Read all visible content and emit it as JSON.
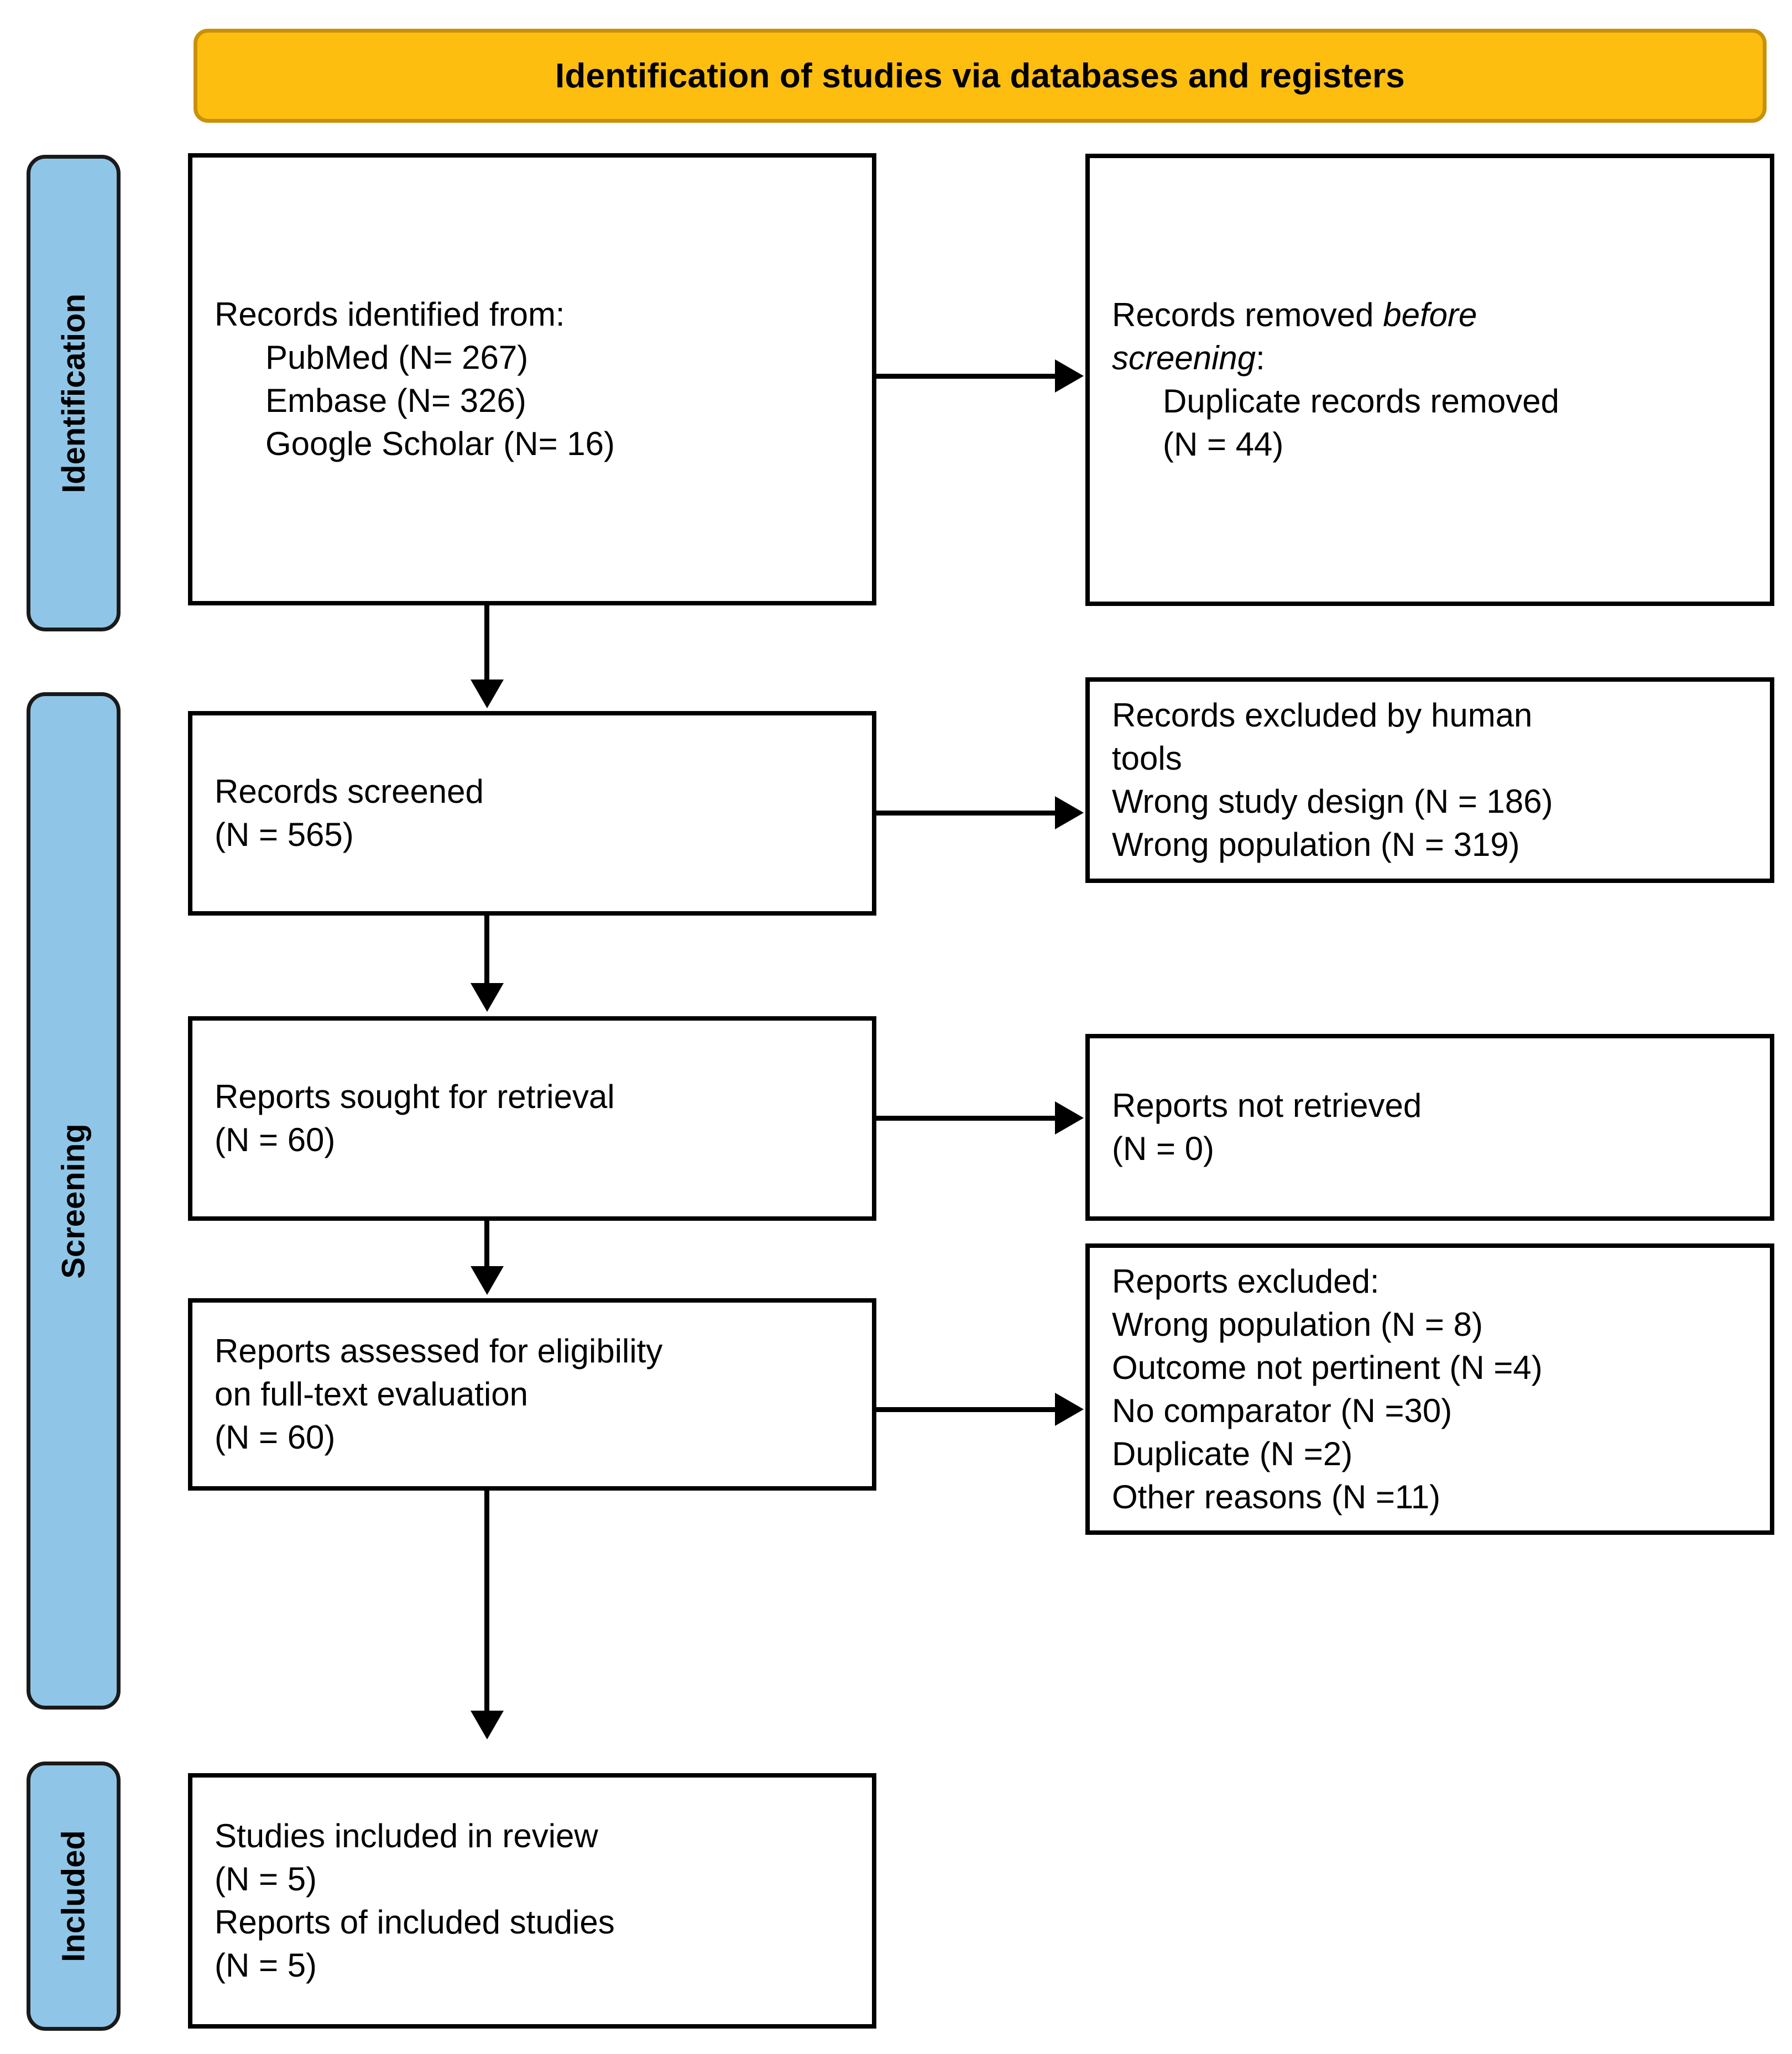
{
  "header": {
    "title": "Identification of studies via databases and registers",
    "bg_color": "#FDBE10",
    "border_color": "#C99009"
  },
  "stages": {
    "band_color": "#8FC6E8",
    "items": [
      {
        "label": "Identification"
      },
      {
        "label": "Screening"
      },
      {
        "label": "Included"
      }
    ]
  },
  "boxes": {
    "identified": {
      "lines": [
        "Records identified from:",
        "PubMed (N= 267)",
        "Embase (N= 326)",
        "Google Scholar (N= 16)"
      ]
    },
    "removed": {
      "line1_plain": "Records removed ",
      "line1_italic": "before",
      "line2_italic": "screening",
      "line2_plain": ":",
      "line3": "Duplicate records removed",
      "line4": "(N = 44)"
    },
    "screened": {
      "lines": [
        "Records screened",
        "(N = 565)"
      ]
    },
    "excluded_records": {
      "lines": [
        "Records excluded by human",
        "tools",
        "Wrong study design (N = 186)",
        "Wrong population (N = 319)"
      ]
    },
    "sought": {
      "lines": [
        "Reports sought for retrieval",
        "(N = 60)"
      ]
    },
    "not_retrieved": {
      "lines": [
        "Reports not retrieved",
        "(N = 0)"
      ]
    },
    "assessed": {
      "lines": [
        "Reports assessed for eligibility",
        "on full-text evaluation",
        "(N = 60)"
      ]
    },
    "excluded_reports": {
      "lines": [
        "Reports excluded:",
        "Wrong population (N = 8)",
        "Outcome not pertinent (N =4)",
        "No comparator (N =30)",
        "Duplicate (N =2)",
        "Other reasons (N =11)"
      ]
    },
    "included": {
      "lines": [
        "Studies included in review",
        "(N = 5)",
        "Reports of included studies",
        "(N = 5)"
      ]
    }
  },
  "chart_data": {
    "type": "table",
    "title": "PRISMA flow diagram — Identification of studies via databases and registers",
    "stages": [
      "Identification",
      "Screening",
      "Included"
    ],
    "nodes": [
      {
        "stage": "Identification",
        "label": "Records identified from: PubMed",
        "n": 267
      },
      {
        "stage": "Identification",
        "label": "Records identified from: Embase",
        "n": 326
      },
      {
        "stage": "Identification",
        "label": "Records identified from: Google Scholar",
        "n": 16
      },
      {
        "stage": "Identification",
        "label": "Duplicate records removed before screening",
        "n": 44
      },
      {
        "stage": "Screening",
        "label": "Records screened",
        "n": 565
      },
      {
        "stage": "Screening",
        "label": "Records excluded by human tools: Wrong study design",
        "n": 186
      },
      {
        "stage": "Screening",
        "label": "Records excluded by human tools: Wrong population",
        "n": 319
      },
      {
        "stage": "Screening",
        "label": "Reports sought for retrieval",
        "n": 60
      },
      {
        "stage": "Screening",
        "label": "Reports not retrieved",
        "n": 0
      },
      {
        "stage": "Screening",
        "label": "Reports assessed for eligibility on full-text evaluation",
        "n": 60
      },
      {
        "stage": "Screening",
        "label": "Reports excluded: Wrong population",
        "n": 8
      },
      {
        "stage": "Screening",
        "label": "Reports excluded: Outcome not pertinent",
        "n": 4
      },
      {
        "stage": "Screening",
        "label": "Reports excluded: No comparator",
        "n": 30
      },
      {
        "stage": "Screening",
        "label": "Reports excluded: Duplicate",
        "n": 2
      },
      {
        "stage": "Screening",
        "label": "Reports excluded: Other reasons",
        "n": 11
      },
      {
        "stage": "Included",
        "label": "Studies included in review",
        "n": 5
      },
      {
        "stage": "Included",
        "label": "Reports of included studies",
        "n": 5
      }
    ]
  }
}
